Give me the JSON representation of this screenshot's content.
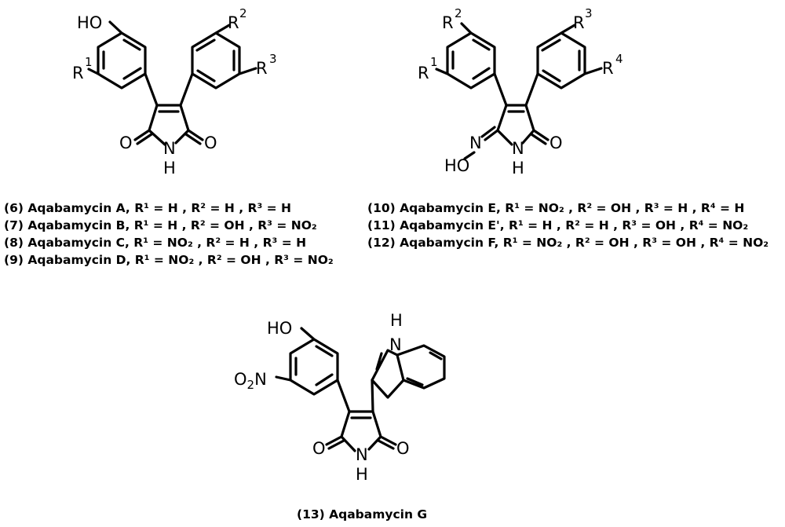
{
  "atoms": {
    "ho": "HO",
    "r": "R",
    "n1": "1",
    "n2": "2",
    "n3": "3",
    "n4": "4",
    "o": "O",
    "n": "N",
    "h": "H",
    "nh": "NH",
    "no2_pre": "O",
    "no2_sub": "2",
    "no2_post": "N"
  },
  "captions": {
    "c6": "(6) Aqabamycin A, R¹ = H , R² = H , R³ = H",
    "c7": "(7) Aqabamycin B, R¹ = H , R² = OH , R³ = NO₂",
    "c8": "(8) Aqabamycin C, R¹ = NO₂ , R² = H , R³ = H",
    "c9": "(9) Aqabamycin D, R¹ = NO₂ , R² = OH , R³ = NO₂",
    "c10": "(10) Aqabamycin E, R¹ = NO₂ , R² = OH , R³ = H , R⁴ = H",
    "c11": "(11) Aqabamycin E', R¹ = H , R² = H , R³ = OH , R⁴ = NO₂",
    "c12": "(12) Aqabamycin F, R¹ = NO₂ , R² = OH , R³ = OH , R⁴ = NO₂",
    "c13": "(13) Aqabamycin G"
  }
}
